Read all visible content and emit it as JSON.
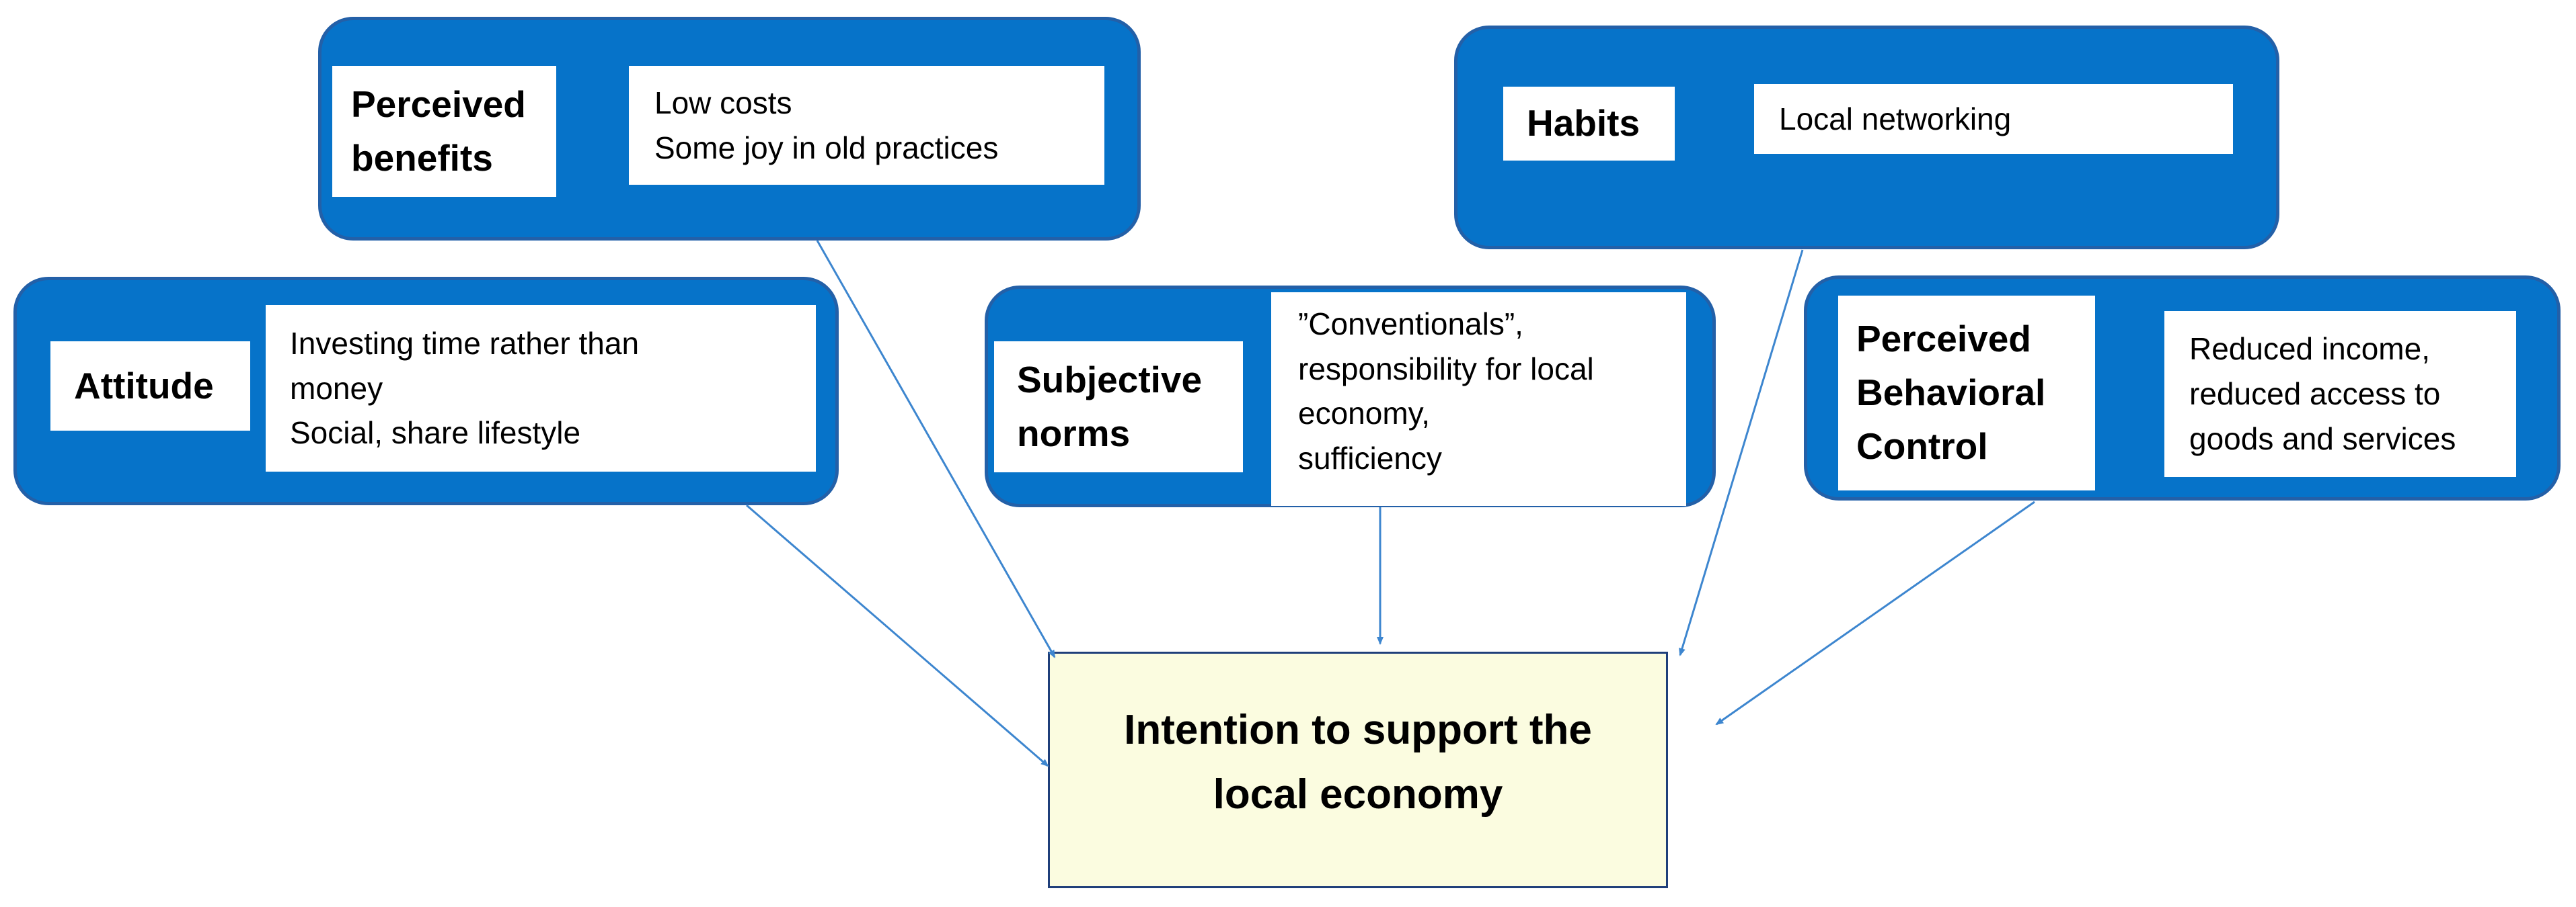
{
  "nodes": {
    "perceived_benefits": {
      "label": [
        "Perceived",
        "benefits"
      ],
      "text": [
        "Low costs",
        "Some joy in old practices"
      ]
    },
    "habits": {
      "label": [
        "Habits"
      ],
      "text": [
        "Local networking"
      ]
    },
    "attitude": {
      "label": [
        "Attitude"
      ],
      "text": [
        "Investing time rather than",
        "money",
        "Social, share lifestyle"
      ]
    },
    "subjective_norms": {
      "label": [
        "Subjective",
        "norms"
      ],
      "text": [
        "”Conventionals”,",
        "responsibility for local",
        "economy,",
        "sufficiency"
      ]
    },
    "pbc": {
      "label": [
        "Perceived",
        "Behavioral",
        "Control"
      ],
      "text": [
        "Reduced income,",
        "reduced access to",
        "goods and services"
      ]
    }
  },
  "target": {
    "label": [
      "Intention to support the",
      "local economy"
    ]
  },
  "colors": {
    "card_fill": "#0673c9",
    "card_border": "#2360a8",
    "arrow": "#3d86cf",
    "target_fill": "#fbfce0"
  }
}
